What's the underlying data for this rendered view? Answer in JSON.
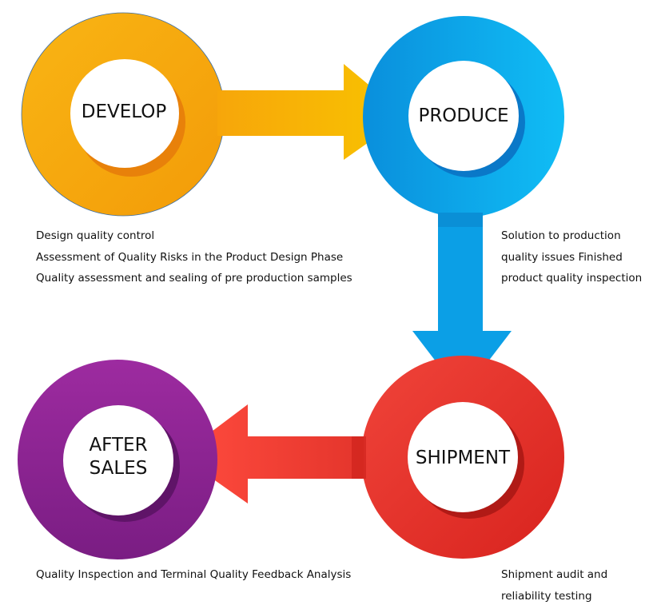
{
  "colors": {
    "develop": "#f7a80c",
    "produce": "#0b9fe6",
    "shipment": "#e8372c",
    "after_sales": "#8a2490",
    "arrow_yellow": "#f8bd00",
    "arrow_blue": "#0b9fe6",
    "arrow_red": "#f7433b"
  },
  "stages": {
    "develop": {
      "label": "DEVELOP"
    },
    "produce": {
      "label": "PRODUCE"
    },
    "shipment": {
      "label": "SHIPMENT"
    },
    "after_sales": {
      "label_line1": "AFTER",
      "label_line2": "SALES"
    }
  },
  "descriptions": {
    "develop": [
      "Design quality control",
      "Assessment of Quality Risks in the Product Design Phase",
      "Quality assessment and sealing of pre production samples"
    ],
    "produce": [
      "Solution to production",
      "quality issues Finished",
      "product quality inspection"
    ],
    "after_sales": [
      "Quality Inspection and Terminal Quality Feedback Analysis"
    ],
    "shipment": [
      "Shipment audit and",
      "reliability testing"
    ]
  }
}
